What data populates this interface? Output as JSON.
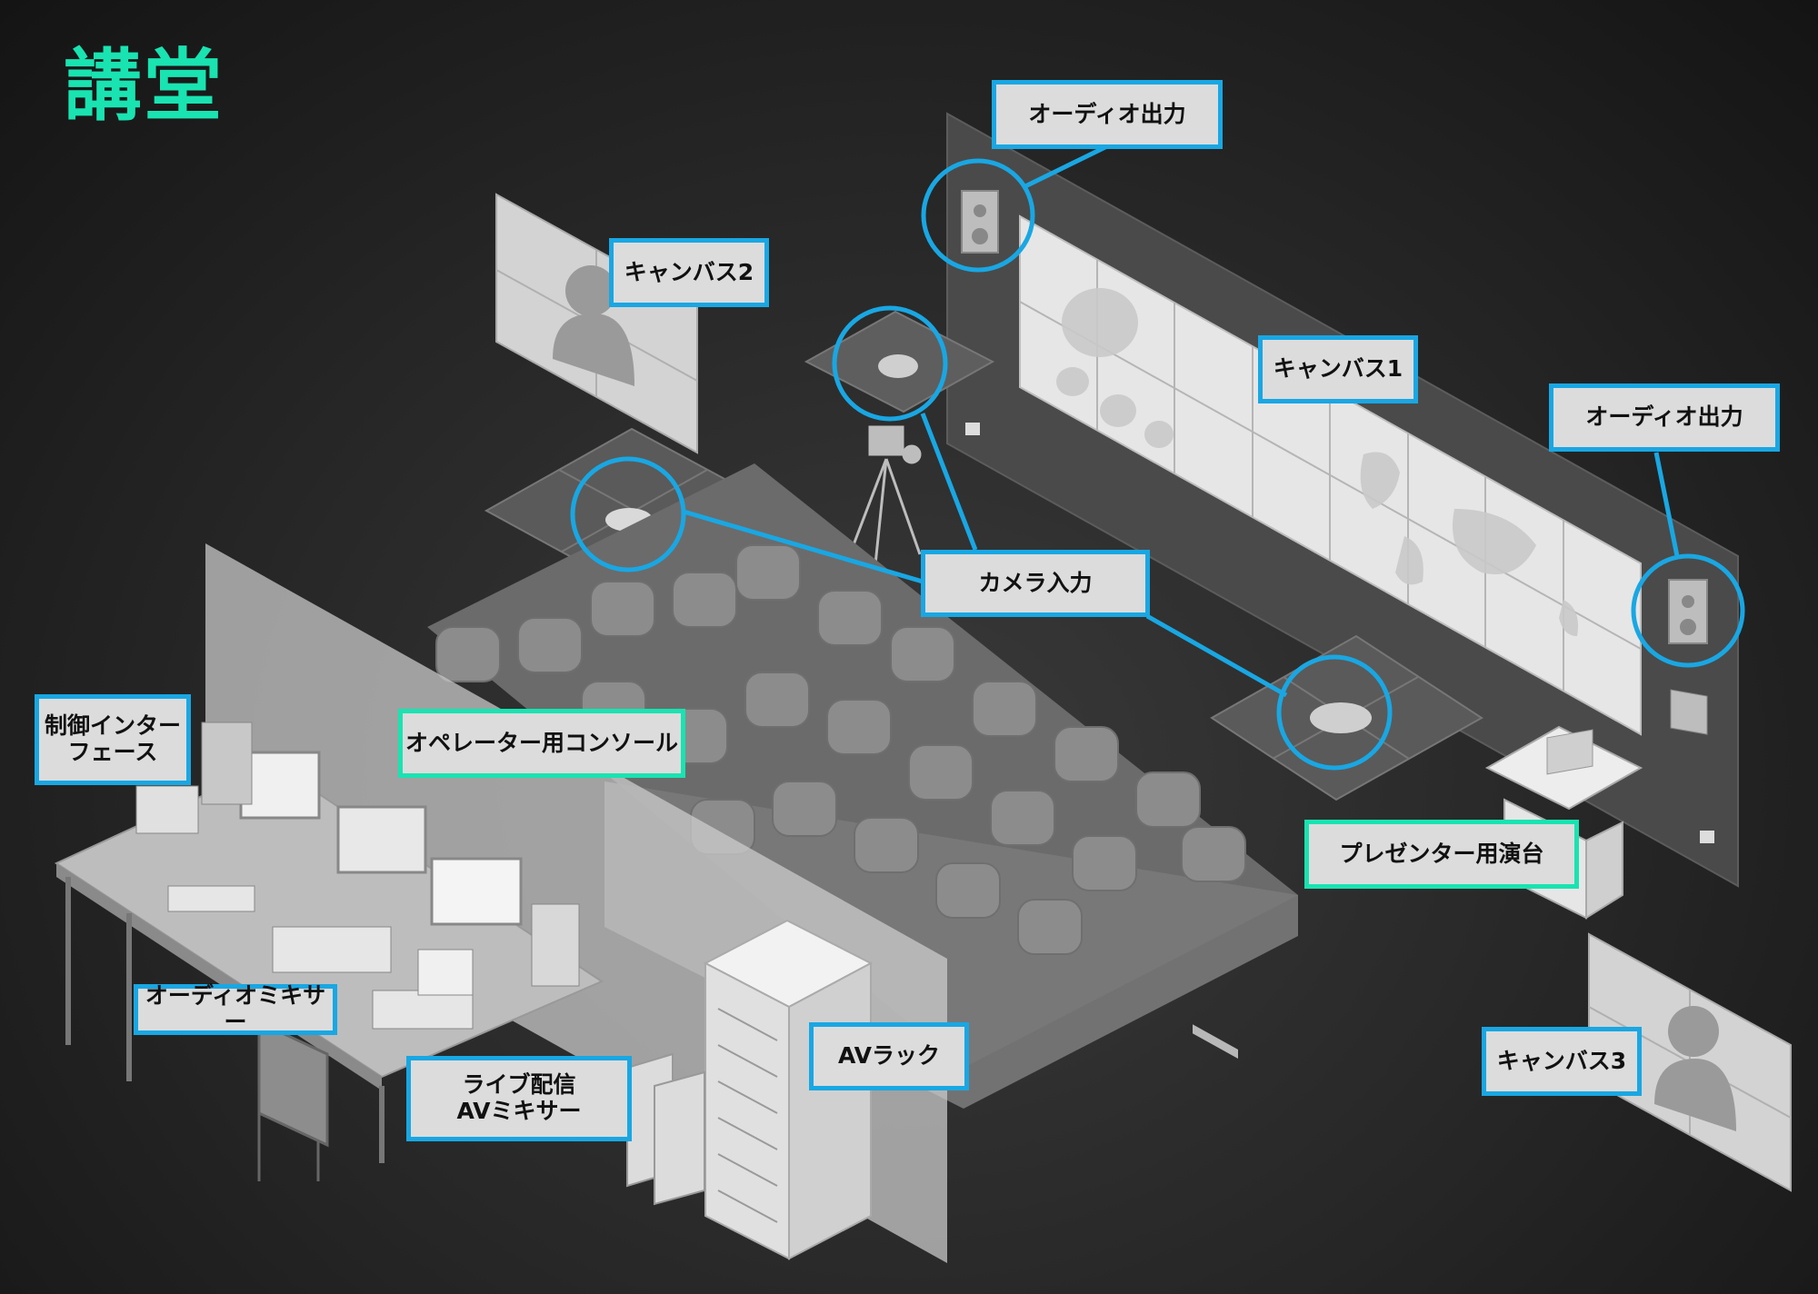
{
  "title": "講堂",
  "labels": {
    "audio_output_top": "オーディオ出力",
    "audio_output_right": "オーディオ出力",
    "canvas1": "キャンバス1",
    "canvas2": "キャンバス2",
    "canvas3": "キャンバス3",
    "camera_input": "カメラ入力",
    "control_interface": "制御インター\nフェース",
    "operator_console": "オペレーター用コンソール",
    "presenter_podium": "プレゼンター用演台",
    "audio_mixer": "オーディオミキサー",
    "live_stream_mixer": "ライブ配信\nAVミキサー",
    "av_rack": "AVラック"
  },
  "colors": {
    "accent_title": "#19e3b1",
    "callout_blue": "#19a7e3",
    "callout_green": "#19e3b1",
    "label_bg": "#dcdcdc"
  }
}
